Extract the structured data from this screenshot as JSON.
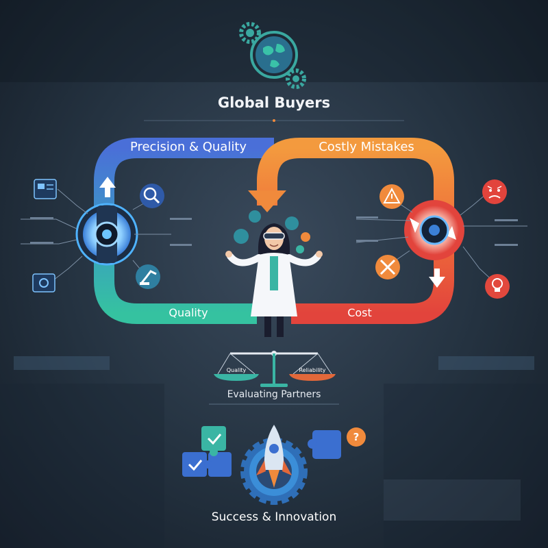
{
  "title": "Global Buyers",
  "top_loop": {
    "left_label": "Precision & Quality",
    "right_label": "Costly Mistakes"
  },
  "bottom_loop": {
    "left_label": "Quality",
    "right_label": "Cost"
  },
  "scale": {
    "left_pan": "Quality",
    "right_pan": "Reliability",
    "caption": "Evaluating Partners"
  },
  "footer": "Success & Innovation",
  "colors": {
    "blue": "#3f6fd0",
    "teal": "#3ab5a4",
    "orange": "#f08a3c",
    "red": "#e2483d",
    "background": "#243240"
  },
  "icons": {
    "top": "globe-gears-icon",
    "left_hub": "cyber-eye-icon",
    "right_hub": "broken-gear-eye-icon",
    "left_top": "calendar-board-icon",
    "left_mid": "magnifier-icon",
    "left_bottom": "robot-arm-icon",
    "left_lower": "monitor-gear-icon",
    "right_top": "warning-icon",
    "right_top_far": "angry-face-icon",
    "right_mid": "crossed-tools-icon",
    "right_lower": "lightbulb-icon",
    "footer_left": "puzzle-check-icon",
    "footer_center": "rocket-gear-icon",
    "footer_right": "puzzle-question-icon",
    "center": "scientist-icon",
    "scale": "balance-scale-icon"
  }
}
